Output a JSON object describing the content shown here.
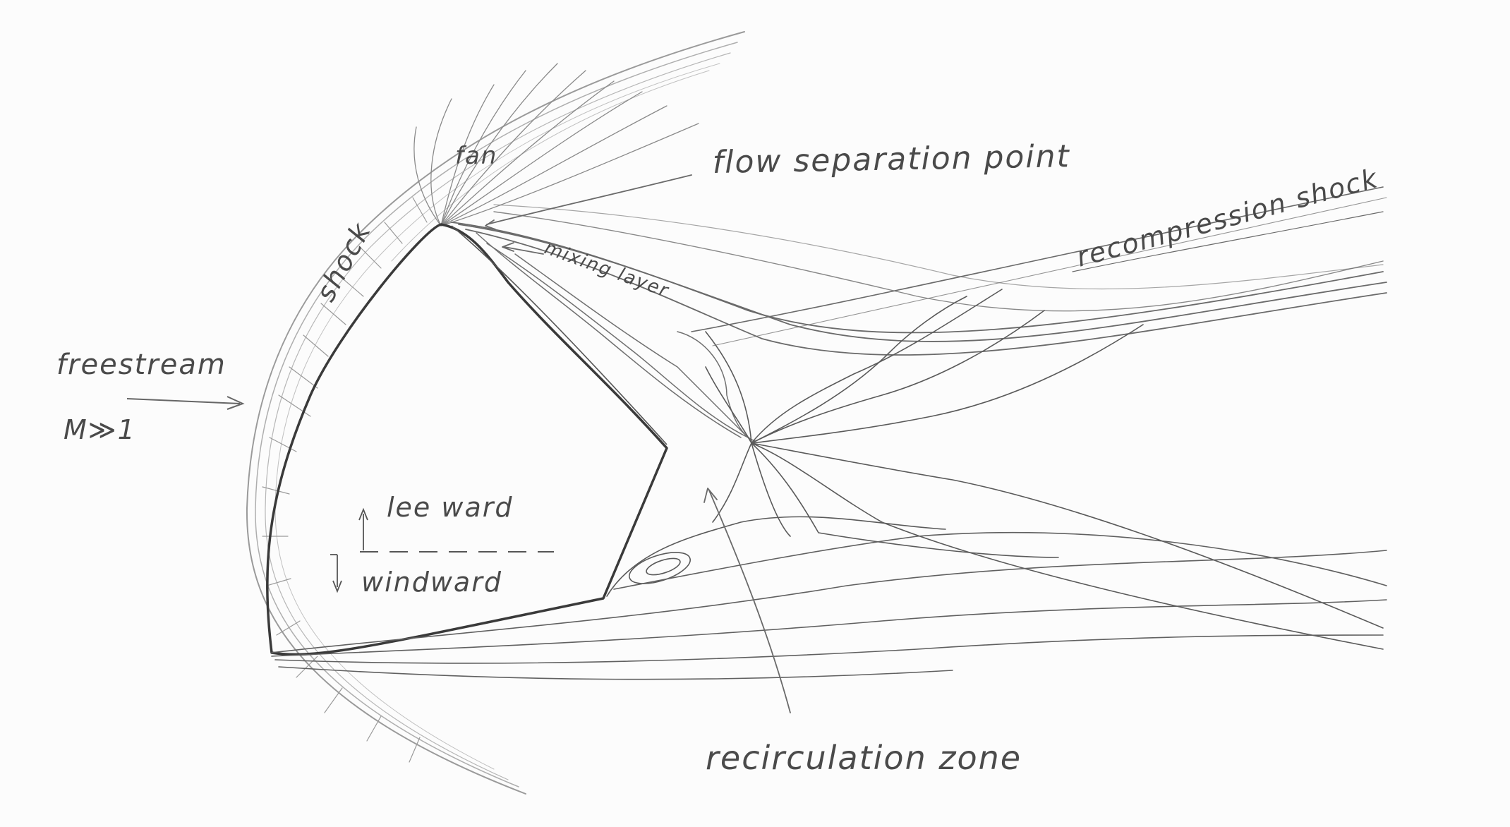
{
  "labels": {
    "freestream": "freestream",
    "mach": "M≫1",
    "shock": "shock",
    "fan": "fan",
    "flow_separation_point": "flow separation point",
    "recompression_shock": "recompression shock",
    "mixing_layer": "mixing layer",
    "leeward": "lee ward",
    "windward": "windward",
    "recirculation_zone": "recirculation zone"
  },
  "colors": {
    "background": "#fcfcfc",
    "body_outline": "#3a3a3a",
    "streamline": "#6a6a6a",
    "shock_hatching": "#9a9a9a",
    "text": "#4a4a4a"
  }
}
